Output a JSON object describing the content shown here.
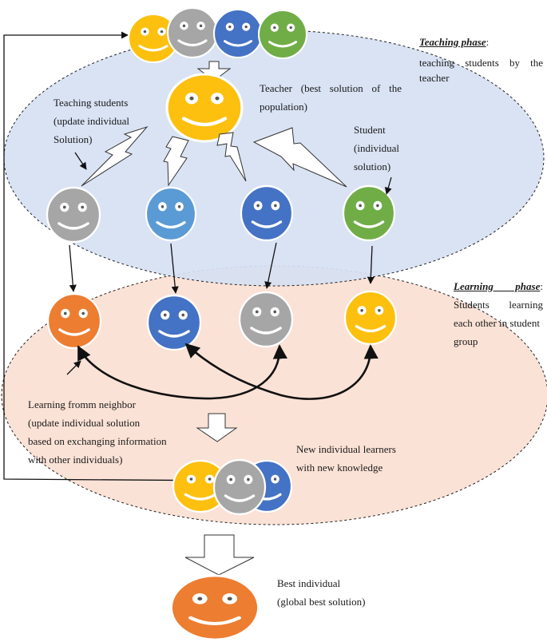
{
  "teaching_phase": {
    "title": "Teaching phase",
    "colon": ":",
    "description": "teaching students by the teacher"
  },
  "learning_phase": {
    "title": "Learning phase",
    "colon": ":",
    "description_line1": "Students learning",
    "description_line2": "each other in student",
    "description_line3": "group"
  },
  "labels": {
    "teacher_line1": "Teacher (best solution of the",
    "teacher_line2": "population)",
    "teaching_students_line1": "Teaching students",
    "teaching_students_line2": "(update individual",
    "teaching_students_line3": "Solution)",
    "student_line1": "Student",
    "student_line2": "(individual",
    "student_line3": "solution)",
    "learning_neighbor_line1": "Learning fromm neighbor",
    "learning_neighbor_line2": "(update individual solution",
    "learning_neighbor_line3": "based on exchanging information",
    "learning_neighbor_line4": "with other individuals)",
    "new_learners_line1": "New individual learners",
    "new_learners_line2": "with new knowledge",
    "best_line1": "Best individual",
    "best_line2": "(global best solution)"
  },
  "colors": {
    "teaching_region": "#d6e1f3",
    "learning_region": "#fbe2d6",
    "yellow": "#fdc00f",
    "gray": "#a6a6a6",
    "blue": "#4472c4",
    "light_blue": "#5b9bd5",
    "green": "#70ad47",
    "orange": "#ed7d31"
  }
}
